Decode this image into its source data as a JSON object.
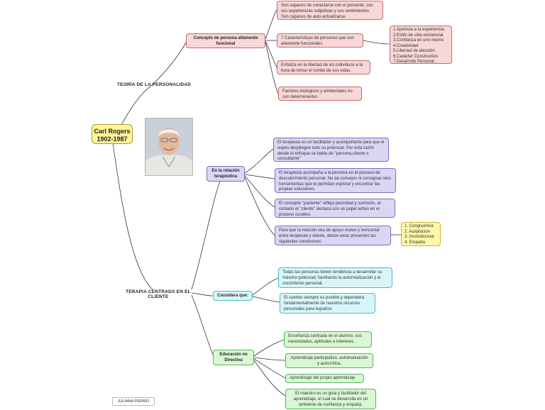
{
  "root": {
    "line1": "Carl Rogers",
    "line2": "1902-1987"
  },
  "branches": {
    "theory": "TEORÍA DE LA PERSONALIDAD",
    "therapy_line1": "TERAPIA CENTRADA EN EL",
    "therapy_line2": "CLIENTE"
  },
  "concept": {
    "title_line1": "Concepto de persona altamente",
    "title_line2": "funcional",
    "items": [
      "Son capaces de conectarse con el presente, con sus experiencias subjetivas y sus sentimientos. Son capaces de auto-actualizarse.",
      "7 Características de personas que son altamente funcionales",
      "Enfatiza en la libertad de los individuos a la hora de tomar el rumbo de sus vidas.",
      "Factores biológicos y ambientales no son determinantes."
    ],
    "characteristics": [
      "1.Apertura a la experiencia",
      "2.Estilo de vida existencial",
      "3.Confianza en uno mismo",
      "4.Creatividad",
      "5.Libertad de elección",
      "6.Carácter Constructivo",
      "7.Desarrollo Personal"
    ]
  },
  "relation": {
    "title_line1": "En la relación",
    "title_line2": "terapéutica",
    "items": [
      "El terapeuta es un facilitador y acompañante para que el sujeto despliegue todo su potencial. Por esta razón desde el enfoque se habla de \"persona,cliente o consultante\"",
      "El terapeuta acompaña a la persona en el proceso de descubrimiento personal. No da consejos ni consignas sino herramientas que le permitan explorar y encontrar las propias soluciones.",
      "El concepto \"paciente\" refleja pasividad y sumisión, al contario el \"cliente\" destaca con un papel activo en el proceso curativo.",
      "Para que la relación sea de apoyo mutuo y horizontal entre terapeuta y cliente, deben estar presentes las siguientes condicones:"
    ],
    "conditions": [
      "1. Congruencia",
      "2. Aceptación",
      "3. Incondicional",
      "4. Empatía"
    ]
  },
  "considers": {
    "title": "Considera que:",
    "items": [
      "Todas las personas tienen tendencia a desarrollar su máximo potencial, facilitando la autorrealización y el crecimiento personal.",
      "El cambio siempre es posible y dependerá fundamentalmente de nuestros recursos personales para lograrlos"
    ]
  },
  "education": {
    "title_line1": "Educación no",
    "title_line2": "Directiva",
    "items": [
      "Enseñanza centrada en el alumno, sus necesidades, aptitudes e intereses.",
      "Aprendizaje participativo, autoevaluación y autocrítica.",
      "Aprendizaje del propio aprendizaje",
      "El maestro es un guía y facilitador del aprendizaje, el cual se desarrolla en un ambiente de confianza y empatía."
    ]
  },
  "author": "JULIANA PIERRO"
}
